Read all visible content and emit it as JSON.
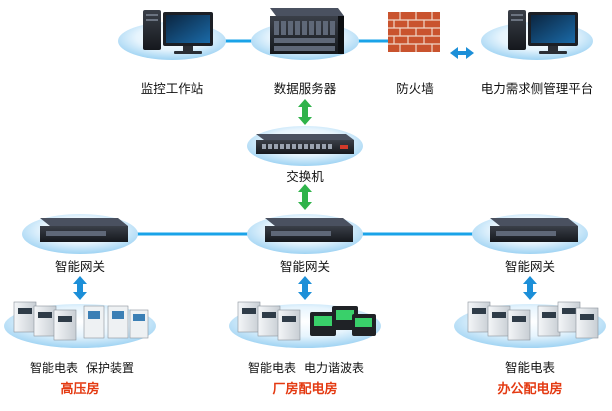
{
  "top_row": {
    "monitor_station": "监控工作站",
    "data_server": "数据服务器",
    "firewall": "防火墙",
    "demand_platform": "电力需求侧管理平台"
  },
  "switch": {
    "label": "交换机"
  },
  "gateways": {
    "left": "智能网关",
    "center": "智能网关",
    "right": "智能网关"
  },
  "devices": {
    "high_voltage": {
      "meter": "智能电表",
      "protection": "保护装置",
      "room": "高压房"
    },
    "factory": {
      "meter": "智能电表",
      "harmonic": "电力谐波表",
      "room": "厂房配电房"
    },
    "office": {
      "meter": "智能电表",
      "room": "办公配电房"
    }
  },
  "colors": {
    "line": "#1aa3e8",
    "arrow_green": "#2fb34a",
    "arrow_blue": "#1c8fd8",
    "room_label": "#e43a12"
  }
}
